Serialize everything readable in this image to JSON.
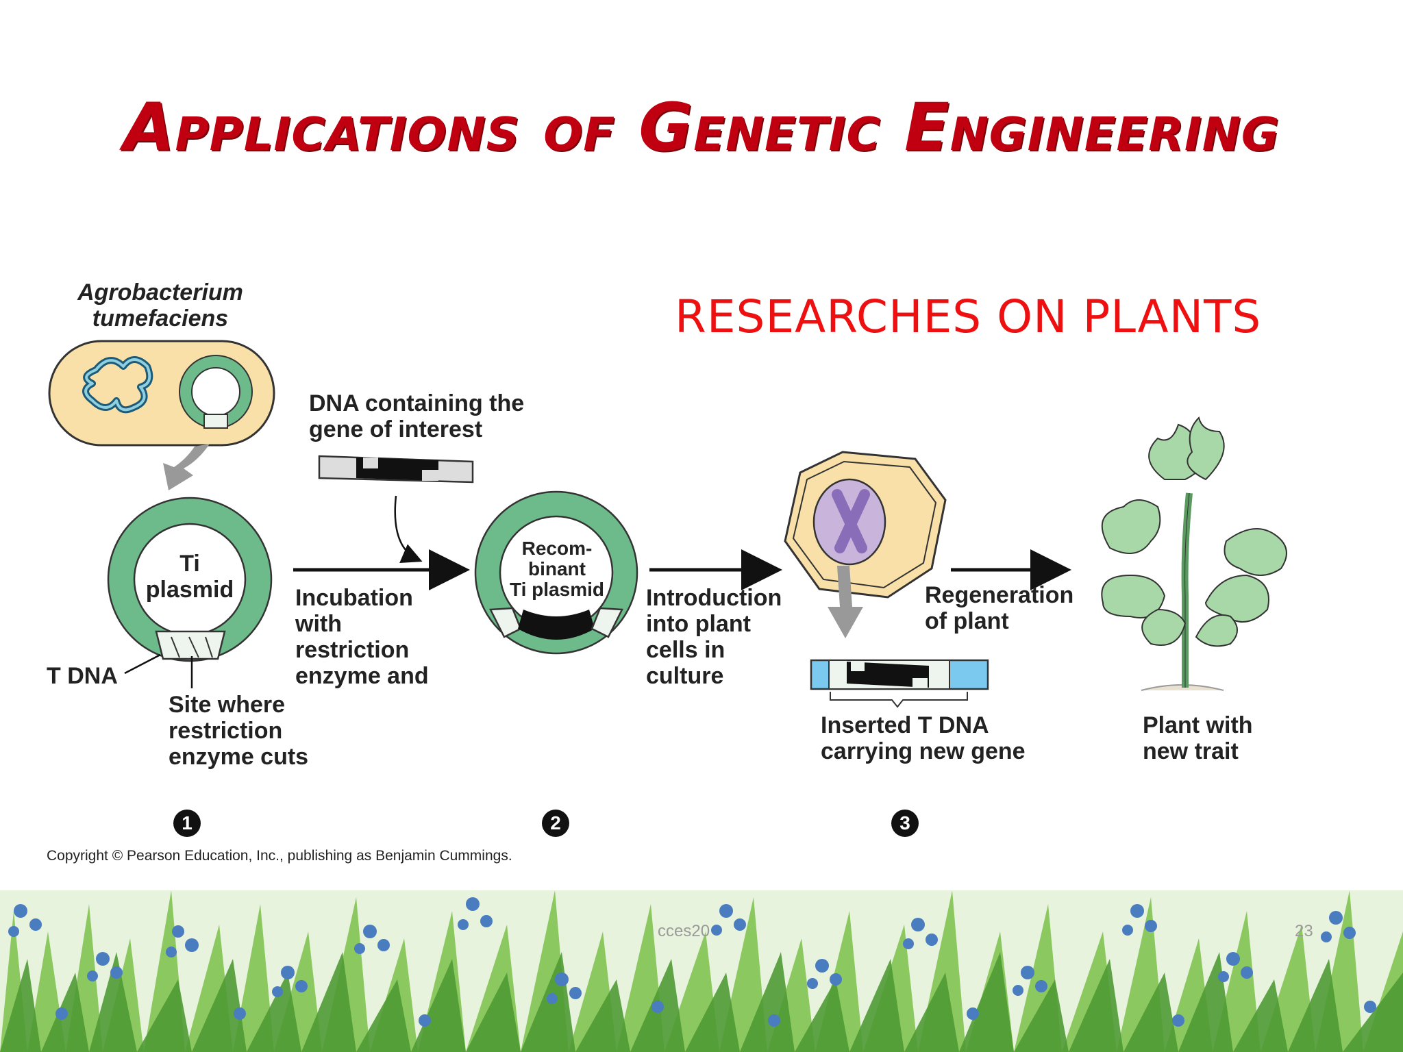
{
  "slide": {
    "title": "Applications of Genetic Engineering",
    "subtitle": "RESEARCHES ON PLANTS",
    "footer_left": "cces20",
    "footer_right": "23"
  },
  "diagram": {
    "bacterium_label": [
      "Agrobacterium",
      "tumefaciens"
    ],
    "dna_label": [
      "DNA containing the",
      "gene of interest"
    ],
    "ti_plasmid_label": [
      "Ti",
      "plasmid"
    ],
    "tdna_label": "T DNA",
    "site_label": [
      "Site where",
      "restriction",
      "enzyme cuts"
    ],
    "incubation_label": [
      "Incubation",
      "with",
      "restriction",
      "enzyme and"
    ],
    "recombinant_label": [
      "Recom-",
      "binant",
      "Ti plasmid"
    ],
    "introduction_label": [
      "Introduction",
      "into plant",
      "cells in",
      "culture"
    ],
    "regeneration_label": [
      "Regeneration",
      "of plant"
    ],
    "inserted_label": [
      "Inserted T DNA",
      "carrying new gene"
    ],
    "plant_label": [
      "Plant with",
      "new trait"
    ],
    "step_numbers": [
      "1",
      "2",
      "3"
    ],
    "copyright": "Copyright © Pearson Education, Inc., publishing as Benjamin Cummings."
  },
  "colors": {
    "title": "#c00010",
    "subtitle": "#ee1010",
    "plasmid_green": "#6dbb8a",
    "cell_fill": "#f8e0a8",
    "nucleus": "#c9b4dc",
    "chromosome": "#8a6db8",
    "dna_blue": "#7cc9f0",
    "leaf_green": "#a8d8a8",
    "flower_blue": "#4a7cc0"
  }
}
